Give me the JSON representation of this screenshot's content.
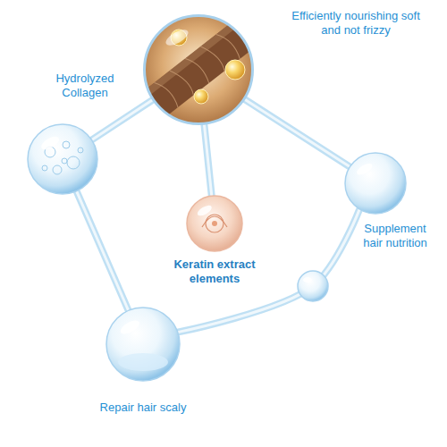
{
  "diagram": {
    "nodes": [
      {
        "text": [
          "Efficiently nourishing soft and not frizzy"
        ]
      },
      {
        "text": [
          "Hydrolyzed Collagen"
        ]
      },
      {
        "text": [
          "Supplement hair nutrition"
        ]
      },
      {
        "text": [
          "Keratin extract elements"
        ]
      },
      {
        "text": [
          "Repair hair scaly"
        ]
      }
    ],
    "edges": [
      {
        "from": 0,
        "to": 1,
        "arrow": "none"
      },
      {
        "from": 0,
        "to": 2,
        "arrow": "none"
      },
      {
        "from": 0,
        "to": 3,
        "arrow": "none"
      },
      {
        "from": 1,
        "to": 4,
        "arrow": "none"
      },
      {
        "from": 4,
        "to": 2,
        "arrow": "none"
      }
    ]
  }
}
